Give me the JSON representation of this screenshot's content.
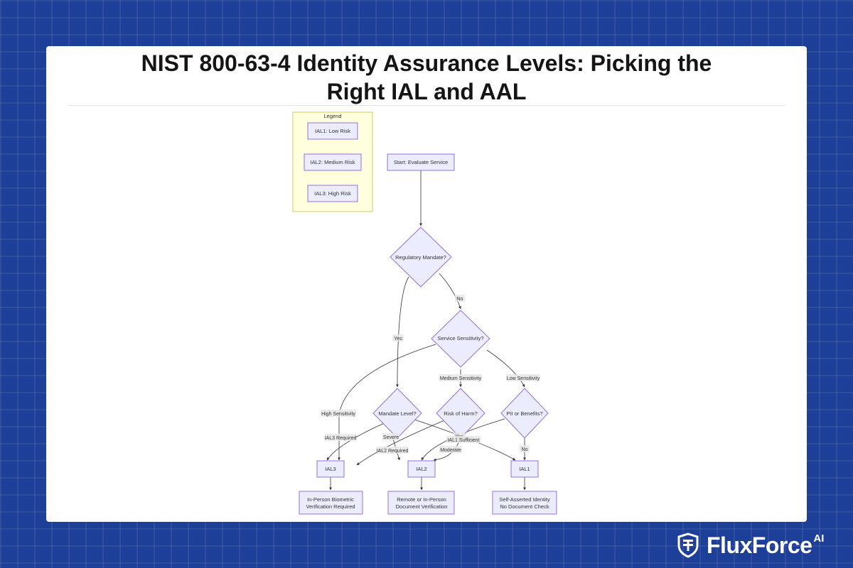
{
  "title": {
    "line1": "NIST 800-63-4 Identity Assurance Levels: Picking the",
    "line2": "Right IAL and AAL"
  },
  "legend": {
    "title": "Legend",
    "items": [
      "IAL1: Low Risk",
      "IAL2: Medium Risk",
      "IAL3: High Risk"
    ]
  },
  "nodes": {
    "start": "Start: Evaluate Service",
    "regulatory": "Regulatory Mandate?",
    "sensitivity": "Service Sensitivity?",
    "mandate_level": "Mandate Level?",
    "risk_harm": "Risk of Harm?",
    "pii": "PII or Benefits?",
    "ial3": "IAL3",
    "ial2": "IAL2",
    "ial1": "IAL1",
    "ial3_out_1": "In-Person Biometric",
    "ial3_out_2": "Verification Required",
    "ial2_out_1": "Remote or In-Person",
    "ial2_out_2": "Document Verification",
    "ial1_out_1": "Self-Asserted Identity",
    "ial1_out_2": "No Document Check"
  },
  "edges": {
    "no": "No",
    "yes": "Yes",
    "medium_sensitivity": "Medium Sensitivity",
    "low_sensitivity": "Low Sensitivity",
    "high_sensitivity": "High Sensitivity",
    "ial3_required": "IAL3 Required",
    "severe": "Severe",
    "yes_pii": "Yes",
    "ial1_sufficient": "IAL1 Sufficient",
    "moderate": "Moderate",
    "ial2_required": "IAL2 Required",
    "no_pii": "No"
  },
  "brand": {
    "name": "FluxForce",
    "suffix": "AI"
  },
  "colors": {
    "background": "#1e3f98",
    "node_fill": "#ececff",
    "node_stroke": "#9370db",
    "legend_fill": "#ffffde",
    "legend_stroke": "#cccc66"
  }
}
